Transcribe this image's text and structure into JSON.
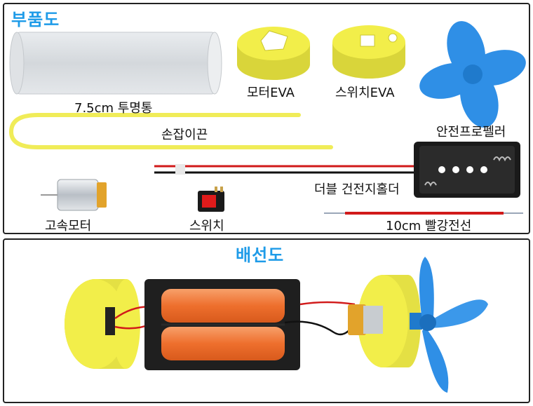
{
  "parts_panel": {
    "title": "부품도",
    "labels": {
      "tube": "7.5cm 투명통",
      "motor_eva": "모터EVA",
      "switch_eva": "스위치EVA",
      "propeller": "안전프로펠러",
      "handle_wire": "손잡이끈",
      "battery_holder": "더블 건전지홀더",
      "motor": "고속모터",
      "switch": "스위치",
      "red_wire": "10cm 빨강전선"
    }
  },
  "wiring_panel": {
    "title": "배선도"
  },
  "colors": {
    "title_blue": "#1e9be8",
    "eva_yellow": "#f2ee4a",
    "propeller_blue": "#2f8fe6",
    "battery_orange": "#f07a3a",
    "wire_red": "#d11a1a",
    "wire_black": "#111111"
  }
}
